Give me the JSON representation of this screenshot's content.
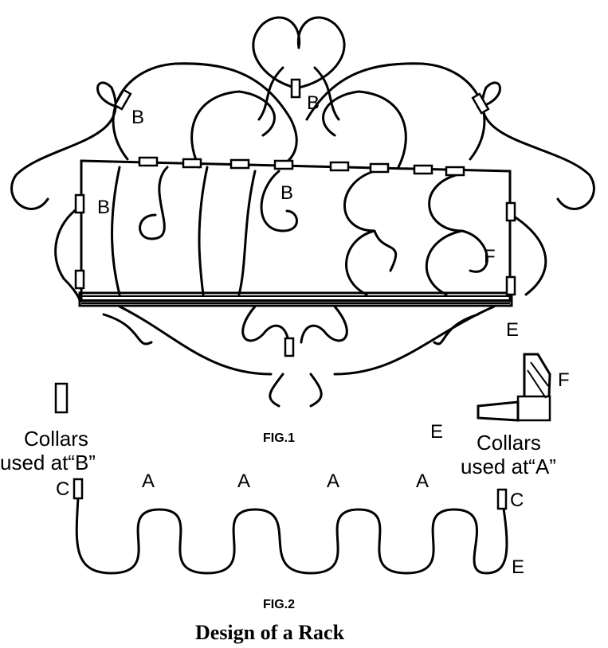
{
  "figure1": {
    "labels": {
      "b_left_top": "B",
      "b_center_top": "B",
      "b_left_side": "B",
      "b_center": "B",
      "f": "F",
      "e": "E"
    },
    "caption": "FIG.1"
  },
  "collars_b": {
    "line1": "Collars",
    "line2": "used at“B”"
  },
  "collars_a": {
    "e": "E",
    "f": "F",
    "line1": "Collars",
    "line2": "used at“A”"
  },
  "figure2": {
    "labels": {
      "c_left": "C",
      "a1": "A",
      "a2": "A",
      "a3": "A",
      "a4": "A",
      "c_right": "C",
      "e": "E"
    },
    "caption": "FIG.2"
  },
  "title": "Design of a Rack"
}
